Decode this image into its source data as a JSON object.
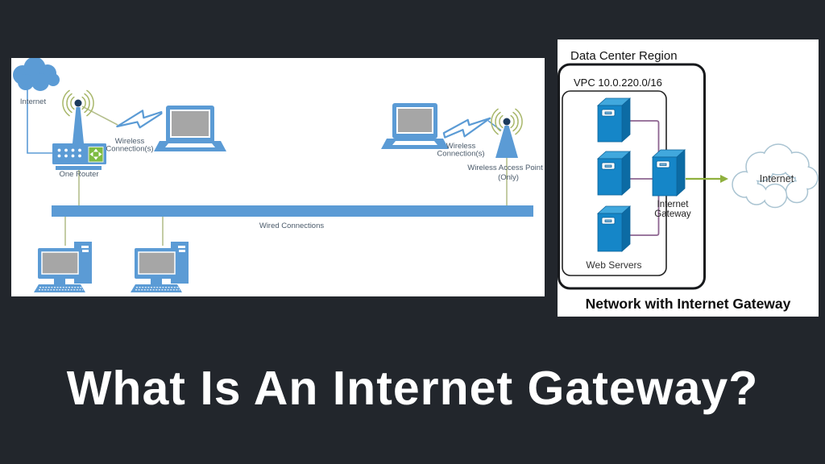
{
  "page": {
    "background": "#22262c",
    "title": "What Is An Internet Gateway?",
    "title_color": "#ffffff"
  },
  "simple_network_diagram": {
    "internet_cloud_label": "Internet",
    "router_label": "One Router",
    "wireless_left": {
      "line1": "Wireless",
      "line2": "Connection(s)"
    },
    "wireless_right": {
      "line1": "Wireless",
      "line2": "Connection(s)"
    },
    "access_point": {
      "line1": "Wireless Access Point",
      "line2": "(Only)"
    },
    "wired_label": "Wired Connections",
    "colors": {
      "device_blue": "#5b9bd5",
      "screen_gray": "#a6a6a6",
      "connection_green": "#b5bf8e",
      "wifi_arc_green": "#a8b76a",
      "router_icon_green": "#7ebc42",
      "antenna_navy": "#1b3a5c",
      "label_color": "#4a5a6a"
    }
  },
  "gateway_diagram": {
    "region_label": "Data Center Region",
    "vpc_label": "VPC 10.0.220.0/16",
    "web_servers_label": "Web Servers",
    "internet_gateway": {
      "line1": "Internet",
      "line2": "Gateway"
    },
    "internet_cloud_label": "Internet",
    "caption": "Network with Internet Gateway",
    "colors": {
      "server_front": "#1586c8",
      "server_top": "#41a8dd",
      "server_side": "#0c6ba4",
      "link_purple": "#8d6490",
      "arrow_green": "#8fb03e",
      "cloud_outline": "#aac4d2"
    }
  }
}
